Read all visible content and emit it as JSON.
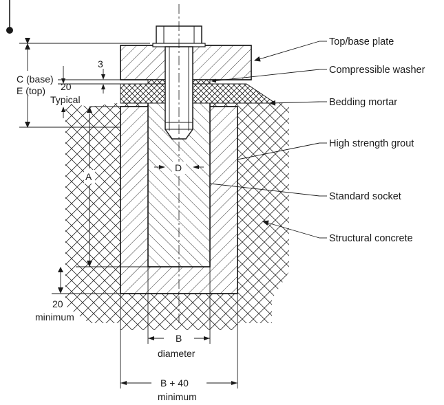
{
  "callouts": {
    "top_base_plate": "Top/base plate",
    "compressible_washer": "Compressible washer",
    "bedding_mortar": "Bedding mortar",
    "high_strength_grout": "High strength grout",
    "standard_socket": "Standard socket",
    "structural_concrete": "Structural concrete"
  },
  "dimensions": {
    "c_base": "C (base)",
    "e_top": "E (top)",
    "three": "3",
    "twenty_top": "20",
    "typical": "Typical",
    "a": "A",
    "d": "D",
    "twenty_bottom": "20",
    "minimum_bottom": "minimum",
    "b": "B",
    "diameter": "diameter",
    "b_plus_40": "B + 40",
    "minimum_width": "minimum"
  }
}
